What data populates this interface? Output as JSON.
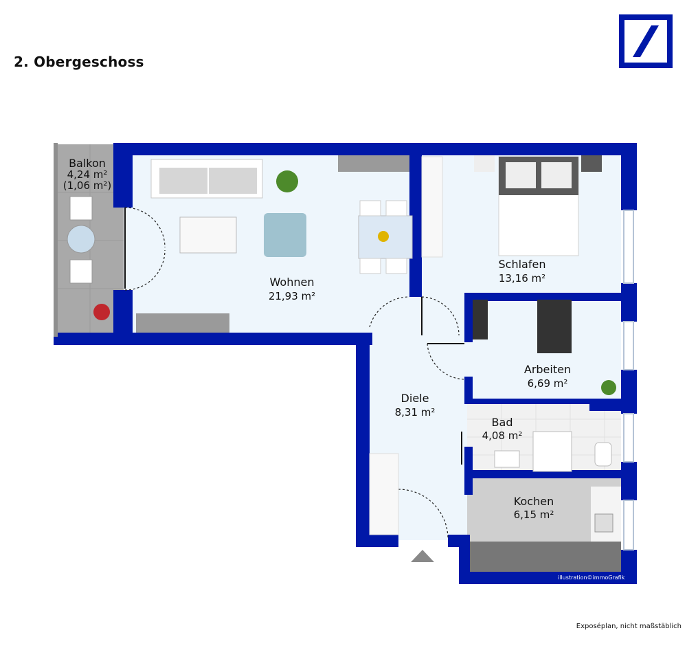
{
  "floor_title": "2. Obergeschoss",
  "footnote": "Exposéplan, nicht maßstäblich",
  "credit": "illustration©immoGrafik",
  "logo": {
    "name": "bank-logo-slash"
  },
  "colors": {
    "wall": "#0018a8",
    "room_floor": "#eef6fc",
    "kitchen_floor": "#cfcfcf",
    "balcony_floor": "#a9a9a9",
    "bath_floor": "#f1f1f1"
  },
  "rooms": {
    "balkon": {
      "name": "Balkon",
      "area": "4,24 m²",
      "sub_area": "(1,06 m²)"
    },
    "wohnen": {
      "name": "Wohnen",
      "area": "21,93 m²"
    },
    "schlafen": {
      "name": "Schlafen",
      "area": "13,16 m²"
    },
    "arbeiten": {
      "name": "Arbeiten",
      "area": "6,69 m²"
    },
    "diele": {
      "name": "Diele",
      "area": "8,31 m²"
    },
    "bad": {
      "name": "Bad",
      "area": "4,08 m²"
    },
    "kochen": {
      "name": "Kochen",
      "area": "6,15 m²"
    }
  }
}
